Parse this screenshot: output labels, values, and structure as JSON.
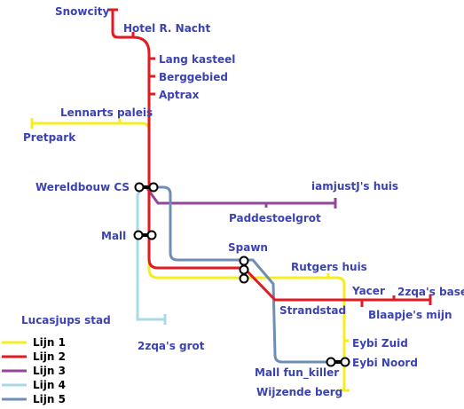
{
  "colors": {
    "lijn1": "#f5ed21",
    "lijn2": "#e21a22",
    "lijn3": "#94449a",
    "lijn4": "#a8d9e6",
    "lijn5": "#6f8eb5",
    "label": "#3b43b3",
    "background": "#ffffff"
  },
  "labels": {
    "snowcity": "Snowcity",
    "hotel": "Hotel R. Nacht",
    "lang_kasteel": "Lang kasteel",
    "berggebied": "Berggebied",
    "aptrax": "Aptrax",
    "lennarts_paleis": "Lennarts paleis",
    "pretpark": "Pretpark",
    "wereldbouw": "Wereldbouw CS",
    "iamjustj": "iamjustJ's huis",
    "paddestoelgrot": "Paddestoelgrot",
    "mall": "Mall",
    "spawn": "Spawn",
    "rutgers": "Rutgers huis",
    "yacer": "Yacer",
    "zqa_base": "2zqa's base",
    "strandstad": "Strandstad",
    "blaapje": "Blaapje's mijn",
    "lucasjups": "Lucasjups stad",
    "zqa_grot": "2zqa's grot",
    "eybi_zuid": "Eybi Zuid",
    "eybi_noord": "Eybi Noord",
    "mall_fun": "Mall fun_killer",
    "wijzende": "Wijzende berg"
  },
  "legend": [
    {
      "label": "Lijn 1",
      "color": "#f5ed21"
    },
    {
      "label": "Lijn 2",
      "color": "#e21a22"
    },
    {
      "label": "Lijn 3",
      "color": "#94449a"
    },
    {
      "label": "Lijn 4",
      "color": "#a8d9e6"
    },
    {
      "label": "Lijn 5",
      "color": "#6f8eb5"
    }
  ]
}
